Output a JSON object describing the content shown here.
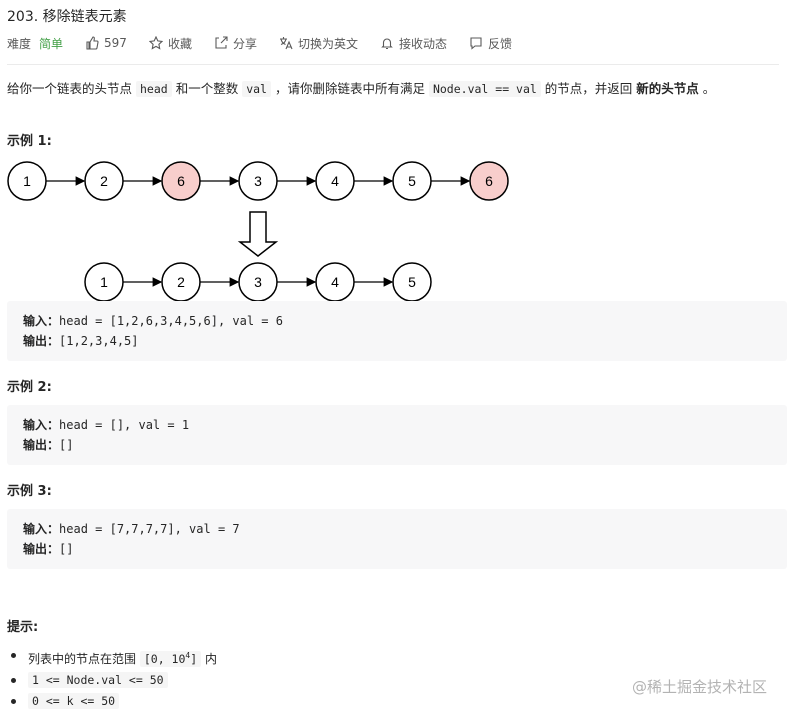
{
  "problem": {
    "title": "203. 移除链表元素",
    "difficulty_label": "难度",
    "difficulty_value": "简单",
    "likes": "597",
    "favorite": "收藏",
    "share": "分享",
    "switch_lang": "切换为英文",
    "notify": "接收动态",
    "feedback": "反馈"
  },
  "description": {
    "p1": "给你一个链表的头节点",
    "c1": "head",
    "p2": "和一个整数",
    "c2": "val",
    "p3": "，请你删除链表中所有满足",
    "c3": "Node.val == val",
    "p4": "的节点，并返回",
    "bold": "新的头节点",
    "p5": "。"
  },
  "diagram": {
    "top_nodes": [
      "1",
      "2",
      "6",
      "3",
      "4",
      "5",
      "6"
    ],
    "bottom_nodes": [
      "1",
      "2",
      "3",
      "4",
      "5"
    ],
    "highlight_color": "#f8cecc",
    "node_color": "#ffffff"
  },
  "examples": [
    {
      "heading": "示例 1:",
      "input_label": "输入：",
      "input": "head = [1,2,6,3,4,5,6], val = 6",
      "output_label": "输出：",
      "output": "[1,2,3,4,5]"
    },
    {
      "heading": "示例 2:",
      "input_label": "输入：",
      "input": "head = [], val = 1",
      "output_label": "输出：",
      "output": "[]"
    },
    {
      "heading": "示例 3:",
      "input_label": "输入：",
      "input": "head = [7,7,7,7], val = 7",
      "output_label": "输出：",
      "output": "[]"
    }
  ],
  "hints": {
    "heading": "提示:",
    "h1_text": "列表中的节点在范围",
    "h1_code": "[0, 10",
    "h1_sup": "4",
    "h1_code_end": "]",
    "h1_tail": "内",
    "h2": "1 <= Node.val <= 50",
    "h3": "0 <= k <= 50"
  },
  "watermark": "@稀土掘金技术社区"
}
